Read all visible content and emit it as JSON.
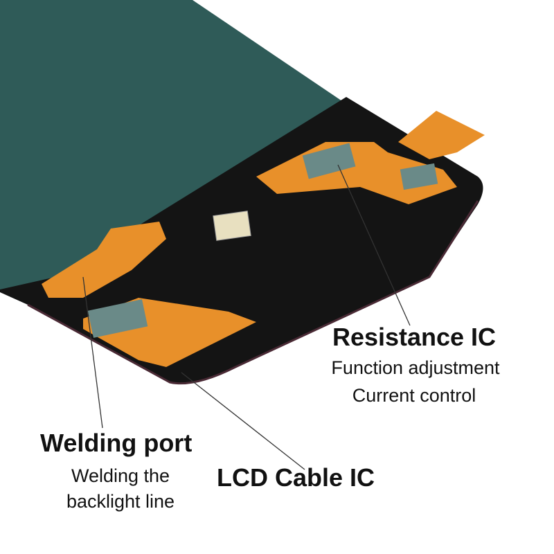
{
  "colors": {
    "panel": "#2f5b58",
    "frame": "#141414",
    "flex": "#e8902a",
    "line": "#333333"
  },
  "annotations": {
    "resistance": {
      "title": "Resistance IC",
      "line1": "Function adjustment",
      "line2": "Current control"
    },
    "welding": {
      "title": "Welding port",
      "line1": "Welding the",
      "line2": "backlight line"
    },
    "lcd": {
      "title": "LCD Cable IC"
    }
  }
}
